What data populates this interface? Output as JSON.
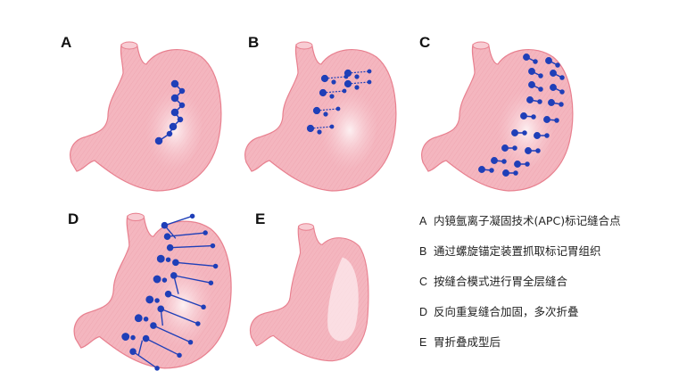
{
  "figure": {
    "panels": [
      {
        "label": "A",
        "stage": "marking"
      },
      {
        "label": "B",
        "stage": "anchoring"
      },
      {
        "label": "C",
        "stage": "suturing"
      },
      {
        "label": "D",
        "stage": "reinforcing"
      },
      {
        "label": "E",
        "stage": "folded"
      }
    ],
    "legend": [
      {
        "key": "A",
        "text": "内镜氩离子凝固技术(APC)标记缝合点"
      },
      {
        "key": "B",
        "text": "通过螺旋锚定装置抓取标记胃组织"
      },
      {
        "key": "C",
        "text": "按缝合模式进行胃全层缝合"
      },
      {
        "key": "D",
        "text": "反向重复缝合加固，多次折叠"
      },
      {
        "key": "E",
        "text": "胃折叠成型后"
      }
    ],
    "colors": {
      "stomach_fill": "#f4b6bf",
      "stomach_stroke": "#e8808f",
      "stomach_highlight": "#fbe3e6",
      "suture_blue": "#1f3fb8"
    }
  }
}
